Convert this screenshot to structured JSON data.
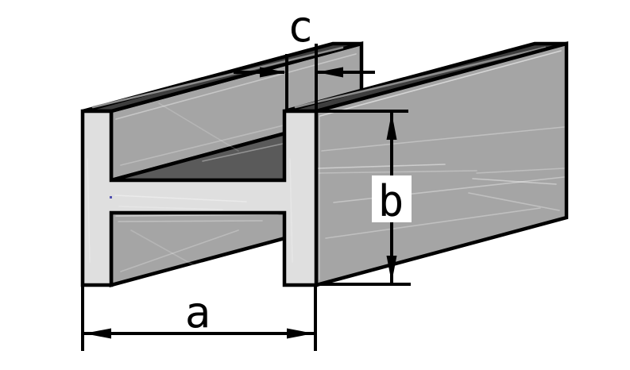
{
  "title": "H-beam profile technical drawing",
  "diagram": {
    "type": "oblique 3D line drawing of an H (I-beam) steel profile",
    "labels": {
      "a": "a",
      "b": "b",
      "c": "c"
    },
    "colors": {
      "background": "#FFFFFF",
      "front_face": "#DFDFDF",
      "side_face": "#A5A5A5",
      "inner_shadow": "#5A5A5A",
      "top_face": "#3E3E3E",
      "edge_highlight": "#8C8C8C",
      "outline": "#000000",
      "label_bg": "#FFFFFF",
      "speck": "#5151B0"
    }
  }
}
